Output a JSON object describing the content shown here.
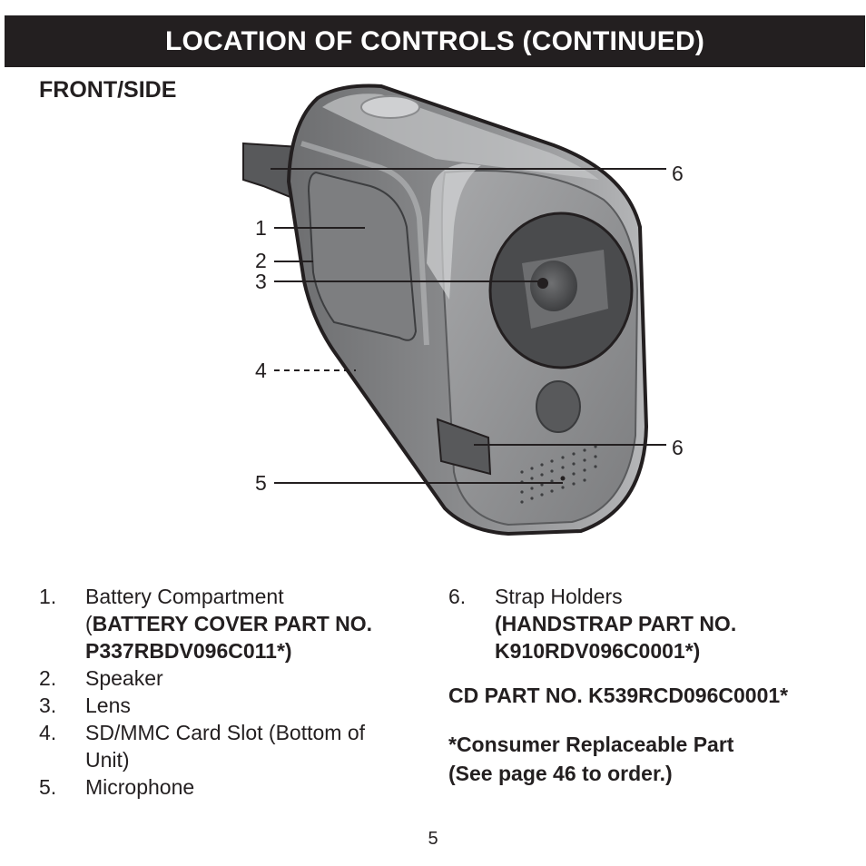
{
  "header": {
    "title": "LOCATION OF CONTROLS (CONTINUED)"
  },
  "section": {
    "title": "FRONT/SIDE"
  },
  "callouts": {
    "strap_top": "6",
    "battery": "1",
    "speaker": "2",
    "lens": "3",
    "card_slot": "4",
    "strap_bottom": "6",
    "microphone": "5"
  },
  "parts": {
    "item1": {
      "num": "1.",
      "label": "Battery Compartment",
      "paren_open": "(",
      "part_no_line1": "BATTERY COVER PART NO.",
      "part_no_line2": "P337RBDV096C011*)"
    },
    "item2": {
      "num": "2.",
      "label": "Speaker"
    },
    "item3": {
      "num": "3.",
      "label": "Lens"
    },
    "item4": {
      "num": "4.",
      "label_line1": "SD/MMC Card Slot (Bottom of",
      "label_line2": "Unit)"
    },
    "item5": {
      "num": "5.",
      "label": "Microphone"
    },
    "item6": {
      "num": "6.",
      "label": "Strap Holders",
      "part_no_line1": "(HANDSTRAP PART NO.",
      "part_no_line2": "K910RDV096C0001*)"
    }
  },
  "notes": {
    "cd_part": "CD PART NO. K539RCD096C0001*",
    "consumer_line1": "*Consumer Replaceable Part",
    "consumer_line2": "(See page 46 to order.)"
  },
  "footer": {
    "page_number": "5"
  }
}
